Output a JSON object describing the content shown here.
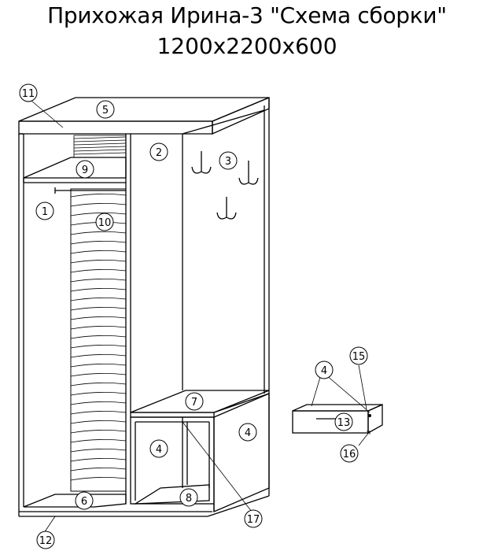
{
  "title": {
    "line1": "Прихожая Ирина-3 \"Схема сборки\"",
    "line2": "1200x2200x600"
  },
  "callouts": {
    "c1": "1",
    "c2": "2",
    "c3": "3",
    "c4a": "4",
    "c4b": "4",
    "c4c": "4",
    "c5": "5",
    "c6": "6",
    "c7": "7",
    "c8": "8",
    "c9": "9",
    "c10": "10",
    "c11": "11",
    "c12": "12",
    "c13": "13",
    "c15": "15",
    "c16": "16",
    "c17": "17"
  }
}
